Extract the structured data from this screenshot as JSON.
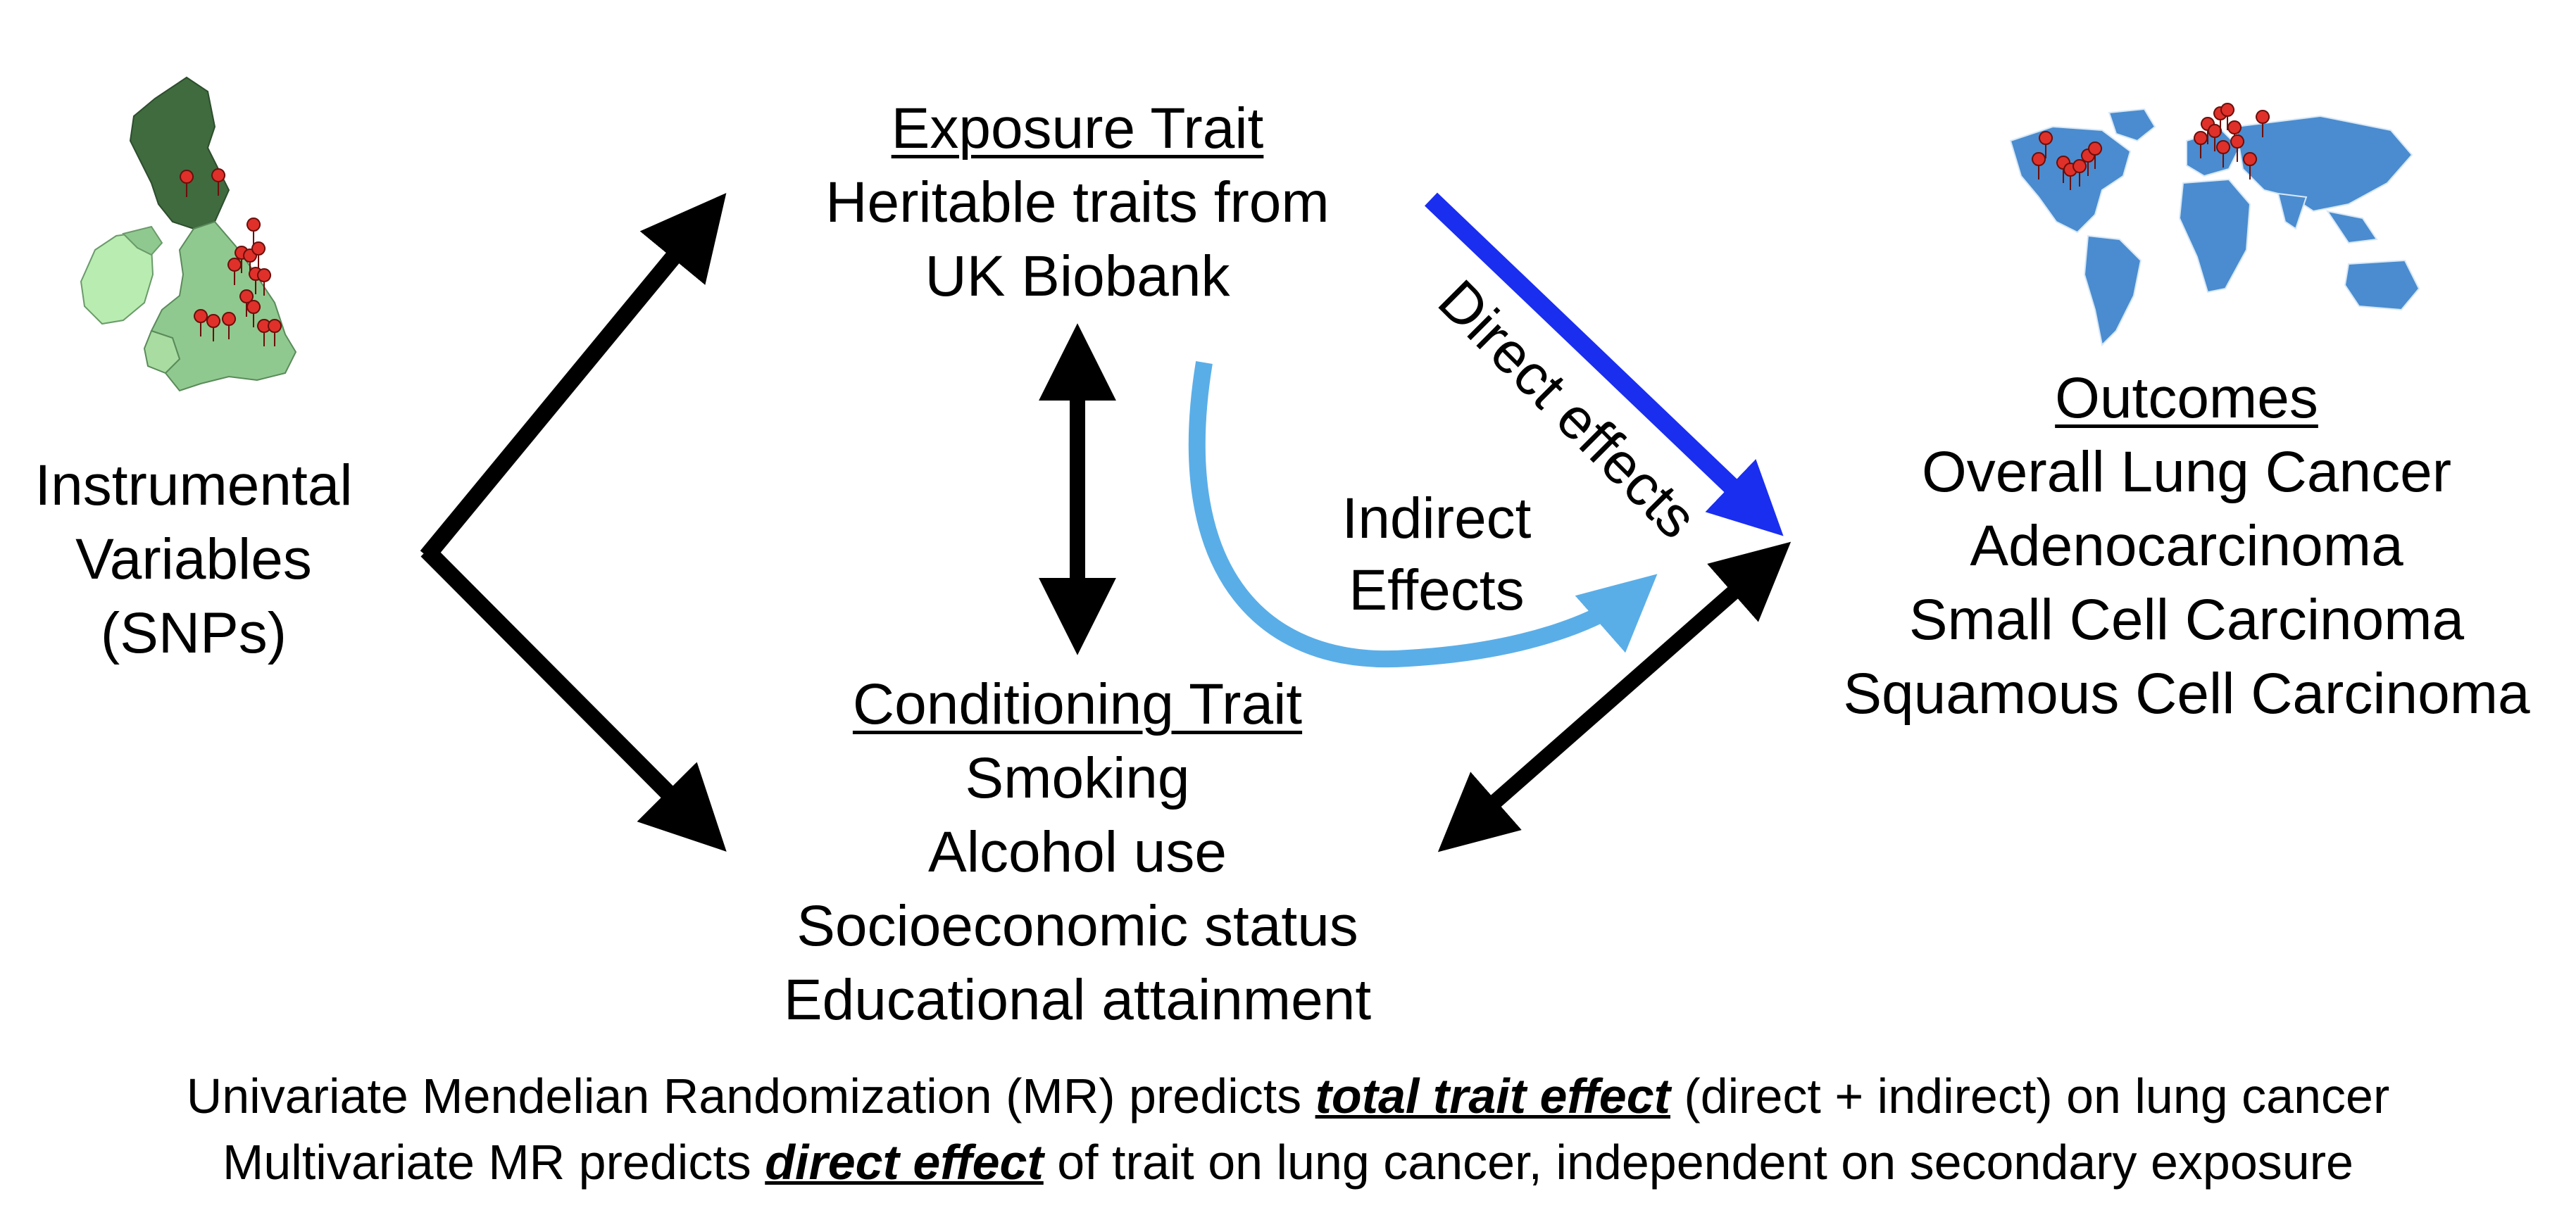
{
  "instrumental": {
    "lines": [
      "Instrumental",
      "Variables",
      "(SNPs)"
    ]
  },
  "exposure": {
    "heading": "Exposure Trait",
    "lines": [
      "Heritable traits from",
      "UK Biobank"
    ]
  },
  "conditioning": {
    "heading": "Conditioning Trait",
    "lines": [
      "Smoking",
      "Alcohol use",
      "Socioeconomic status",
      "Educational attainment"
    ]
  },
  "outcomes": {
    "heading": "Outcomes",
    "lines": [
      "Overall Lung Cancer",
      "Adenocarcinoma",
      "Small Cell Carcinoma",
      "Squamous Cell Carcinoma"
    ]
  },
  "direct_label": "Direct effects",
  "indirect_label": [
    "Indirect",
    "Effects"
  ],
  "footer": {
    "line1_pre": "Univariate Mendelian Randomization (MR) predicts ",
    "line1_em": "total trait effect",
    "line1_post": " (direct + indirect) on lung cancer",
    "line2_pre": "Multivariate MR predicts ",
    "line2_em": "direct effect",
    "line2_post": " of trait on lung cancer, independent on secondary exposure"
  },
  "colors": {
    "direct_arrow": "#1a2ef0",
    "indirect_arrow": "#5aaee8",
    "black_arrow": "#000000",
    "uk_scotland": "#3f6b3f",
    "uk_england": "#8fc98f",
    "uk_ireland": "#b9ecb0",
    "world_map": "#4a8ccf",
    "map_pin": "#e0302a"
  },
  "icons": [
    "uk-map-icon",
    "world-map-icon",
    "map-pin-icon"
  ]
}
